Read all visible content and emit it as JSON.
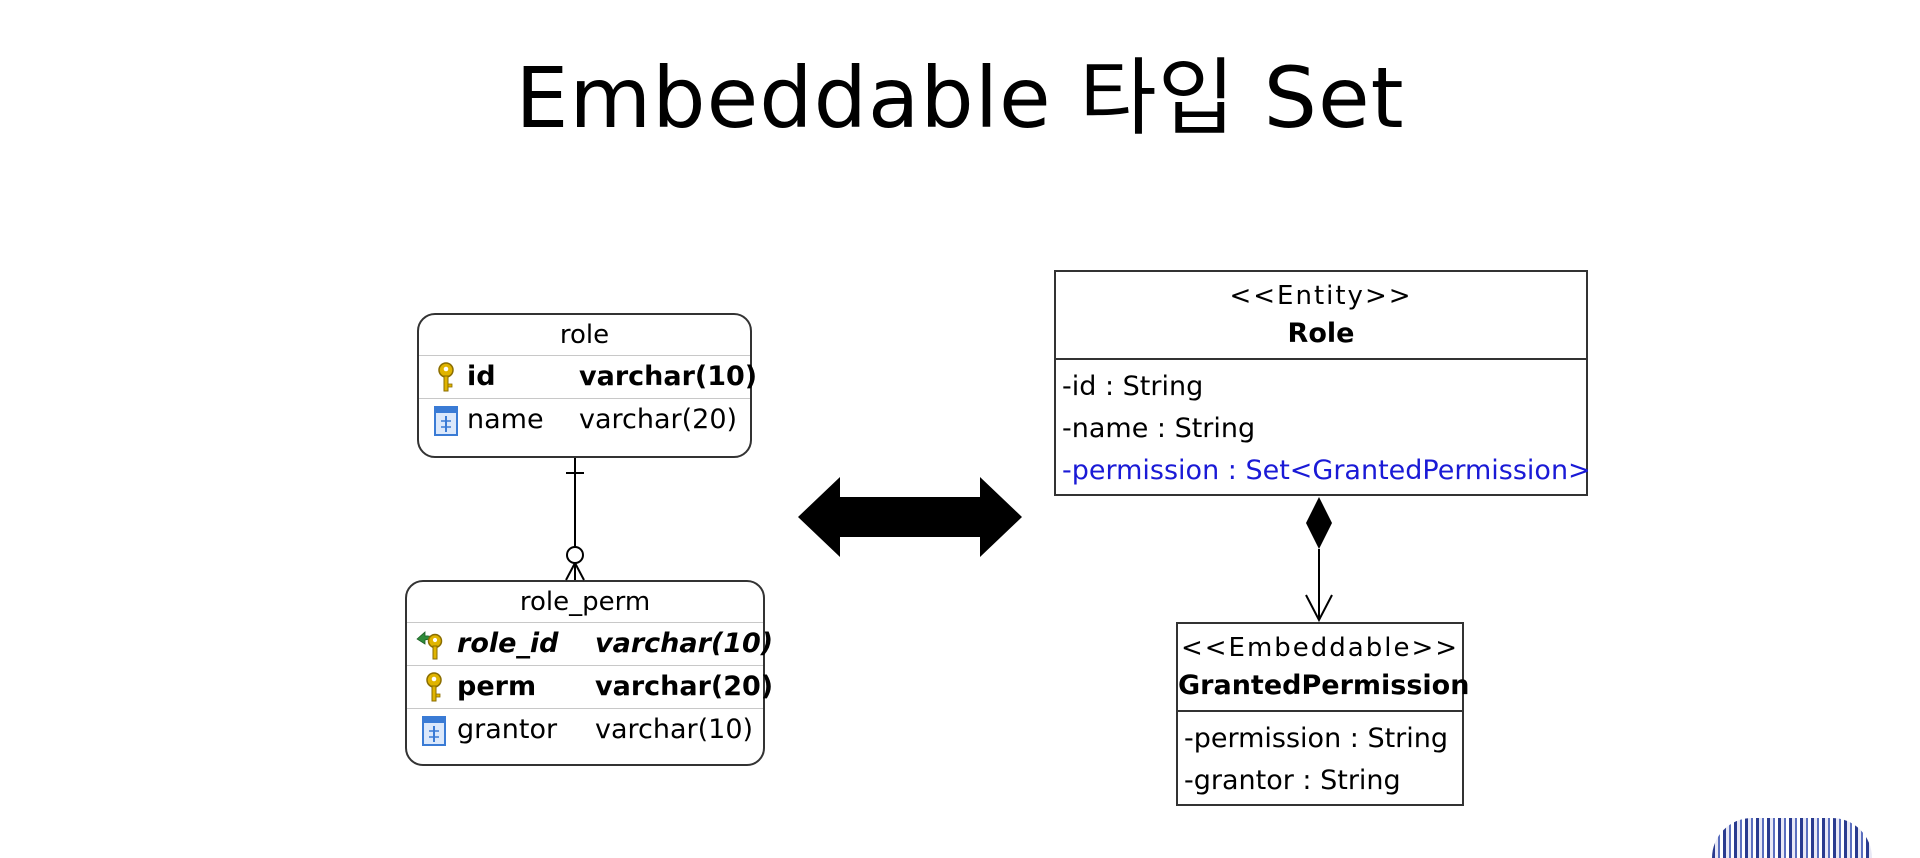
{
  "title": "Embeddable 타입 Set",
  "erd": {
    "role": {
      "name": "role",
      "columns": [
        {
          "name": "id",
          "type": "varchar(10)",
          "key": "pk"
        },
        {
          "name": "name",
          "type": "varchar(20)",
          "key": "none"
        }
      ]
    },
    "role_perm": {
      "name": "role_perm",
      "columns": [
        {
          "name": "role_id",
          "type": "varchar(10)",
          "key": "pk-fk"
        },
        {
          "name": "perm",
          "type": "varchar(20)",
          "key": "pk"
        },
        {
          "name": "grantor",
          "type": "varchar(10)",
          "key": "none"
        }
      ]
    }
  },
  "uml": {
    "role_class": {
      "stereotype": "<<Entity>>",
      "name": "Role",
      "attributes": [
        "-id : String",
        "-name : String",
        "-permission : Set<GrantedPermission>"
      ]
    },
    "granted_permission_class": {
      "stereotype": "<<Embeddable>>",
      "name": "GrantedPermission",
      "attributes": [
        "-permission : String",
        "-grantor : String"
      ]
    }
  },
  "colors": {
    "highlight_attribute": "#1a1ad6",
    "key_icon": "#e0b400",
    "fk_arrow": "#2e8b3a",
    "column_icon": "#3a7bd5"
  },
  "icons": {
    "pk": "key-icon",
    "pk-fk": "foreign-key-icon",
    "none": "column-icon",
    "mapping": "double-arrow-icon"
  }
}
